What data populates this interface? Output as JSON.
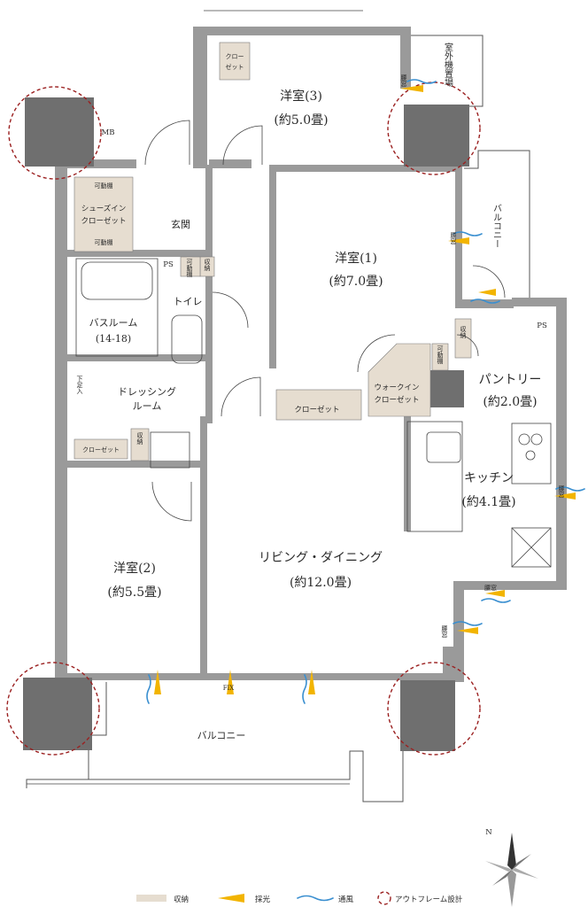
{
  "rooms": {
    "western3": {
      "name": "洋室(3)",
      "size": "(約5.0畳)"
    },
    "western1": {
      "name": "洋室(1)",
      "size": "(約7.0畳)"
    },
    "western2": {
      "name": "洋室(2)",
      "size": "(約5.5畳)"
    },
    "living": {
      "name": "リビング・ダイニング",
      "size": "(約12.0畳)"
    },
    "pantry": {
      "name": "パントリー",
      "size": "(約2.0畳)"
    },
    "kitchen": {
      "name": "キッチン",
      "size": "(約4.1畳)"
    },
    "bathroom": {
      "name": "バスルーム",
      "size": "(14-18)"
    },
    "dressing_line1": "ドレッシング",
    "dressing_line2": "ルーム",
    "toilet": "トイレ",
    "entrance": "玄関",
    "balcony_bottom": "バルコニー",
    "balcony_right": "バルコニー",
    "outdoor_unit": "室外機置場"
  },
  "storage": {
    "shelf_top": "可動棚",
    "shoe_in_1": "シューズイン",
    "shoe_in_2": "クローゼット",
    "shelf_bottom": "可動棚",
    "closet_w3_1": "クロー",
    "closet_w3_2": "ゼット",
    "closet_w1": "クローゼット",
    "walkin_1": "ウォークイン",
    "walkin_2": "クローゼット",
    "closet_dressing": "クローゼット",
    "storage_dressing": "収納",
    "storage_toilet": "収納",
    "shelf_toilet": "可動棚",
    "shelf_walkin": "可動棚",
    "storage_pantry": "収納"
  },
  "marks": {
    "mb": "MB",
    "ps_bath": "PS",
    "ps_pantry": "PS",
    "fix": "FIX",
    "shoe_mark": "下足入",
    "window_label": "腰窓"
  },
  "legend": {
    "storage": "収納",
    "light": "採光",
    "ventilation": "通風",
    "outframe": "アウトフレーム設計"
  },
  "compass": {
    "north": "N"
  },
  "colors": {
    "storage": "#e6ddd0",
    "light": "#f2b400",
    "ventilation": "#3a8fd0",
    "outframe": "#9b2020",
    "wall": "#9a9a9a",
    "column": "#6f6f6f"
  }
}
